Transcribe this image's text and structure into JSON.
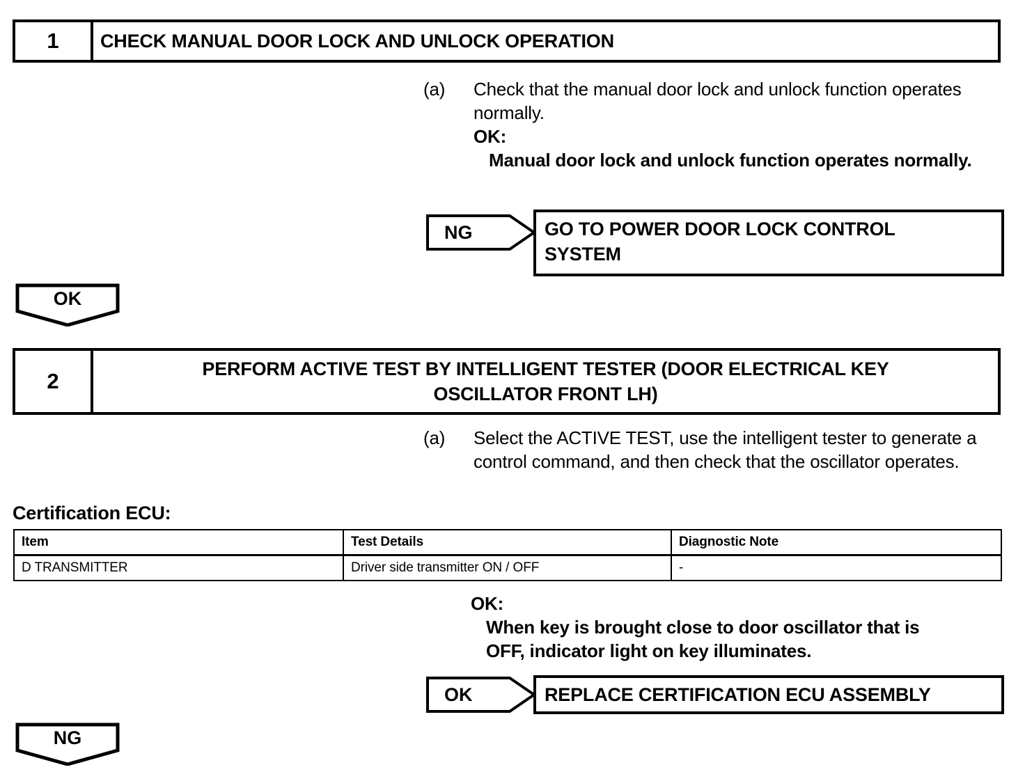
{
  "steps": [
    {
      "number": "1",
      "title": "CHECK MANUAL DOOR LOCK AND UNLOCK OPERATION",
      "instruction_label": "(a)",
      "instruction_text": "Check that the manual door lock and unlock function operates normally.",
      "ok_label": "OK:",
      "ok_detail": "Manual door lock and unlock function operates normally.",
      "result": {
        "tag": "NG",
        "box_line1": "GO TO POWER DOOR LOCK CONTROL",
        "box_line2": "SYSTEM"
      },
      "flow_tag": "OK"
    },
    {
      "number": "2",
      "title_line1": "PERFORM ACTIVE TEST BY INTELLIGENT TESTER (DOOR ELECTRICAL KEY",
      "title_line2": "OSCILLATOR FRONT LH)",
      "instruction_label": "(a)",
      "instruction_text": "Select the ACTIVE TEST, use the intelligent tester to generate a control command, and then check that the oscillator operates.",
      "table_caption": "Certification ECU:",
      "ok_label": "OK:",
      "ok_detail_line1": "When key is brought close to door oscillator that is",
      "ok_detail_line2": "OFF, indicator light on key illuminates.",
      "result": {
        "tag": "OK",
        "box_line1": "REPLACE CERTIFICATION ECU ASSEMBLY"
      },
      "flow_tag": "NG"
    }
  ],
  "table": {
    "headers": [
      "Item",
      "Test Details",
      "Diagnostic Note"
    ],
    "rows": [
      [
        "D TRANSMITTER",
        "Driver side transmitter ON / OFF",
        "-"
      ]
    ]
  },
  "colors": {
    "ink": "#000000",
    "page": "#ffffff"
  }
}
